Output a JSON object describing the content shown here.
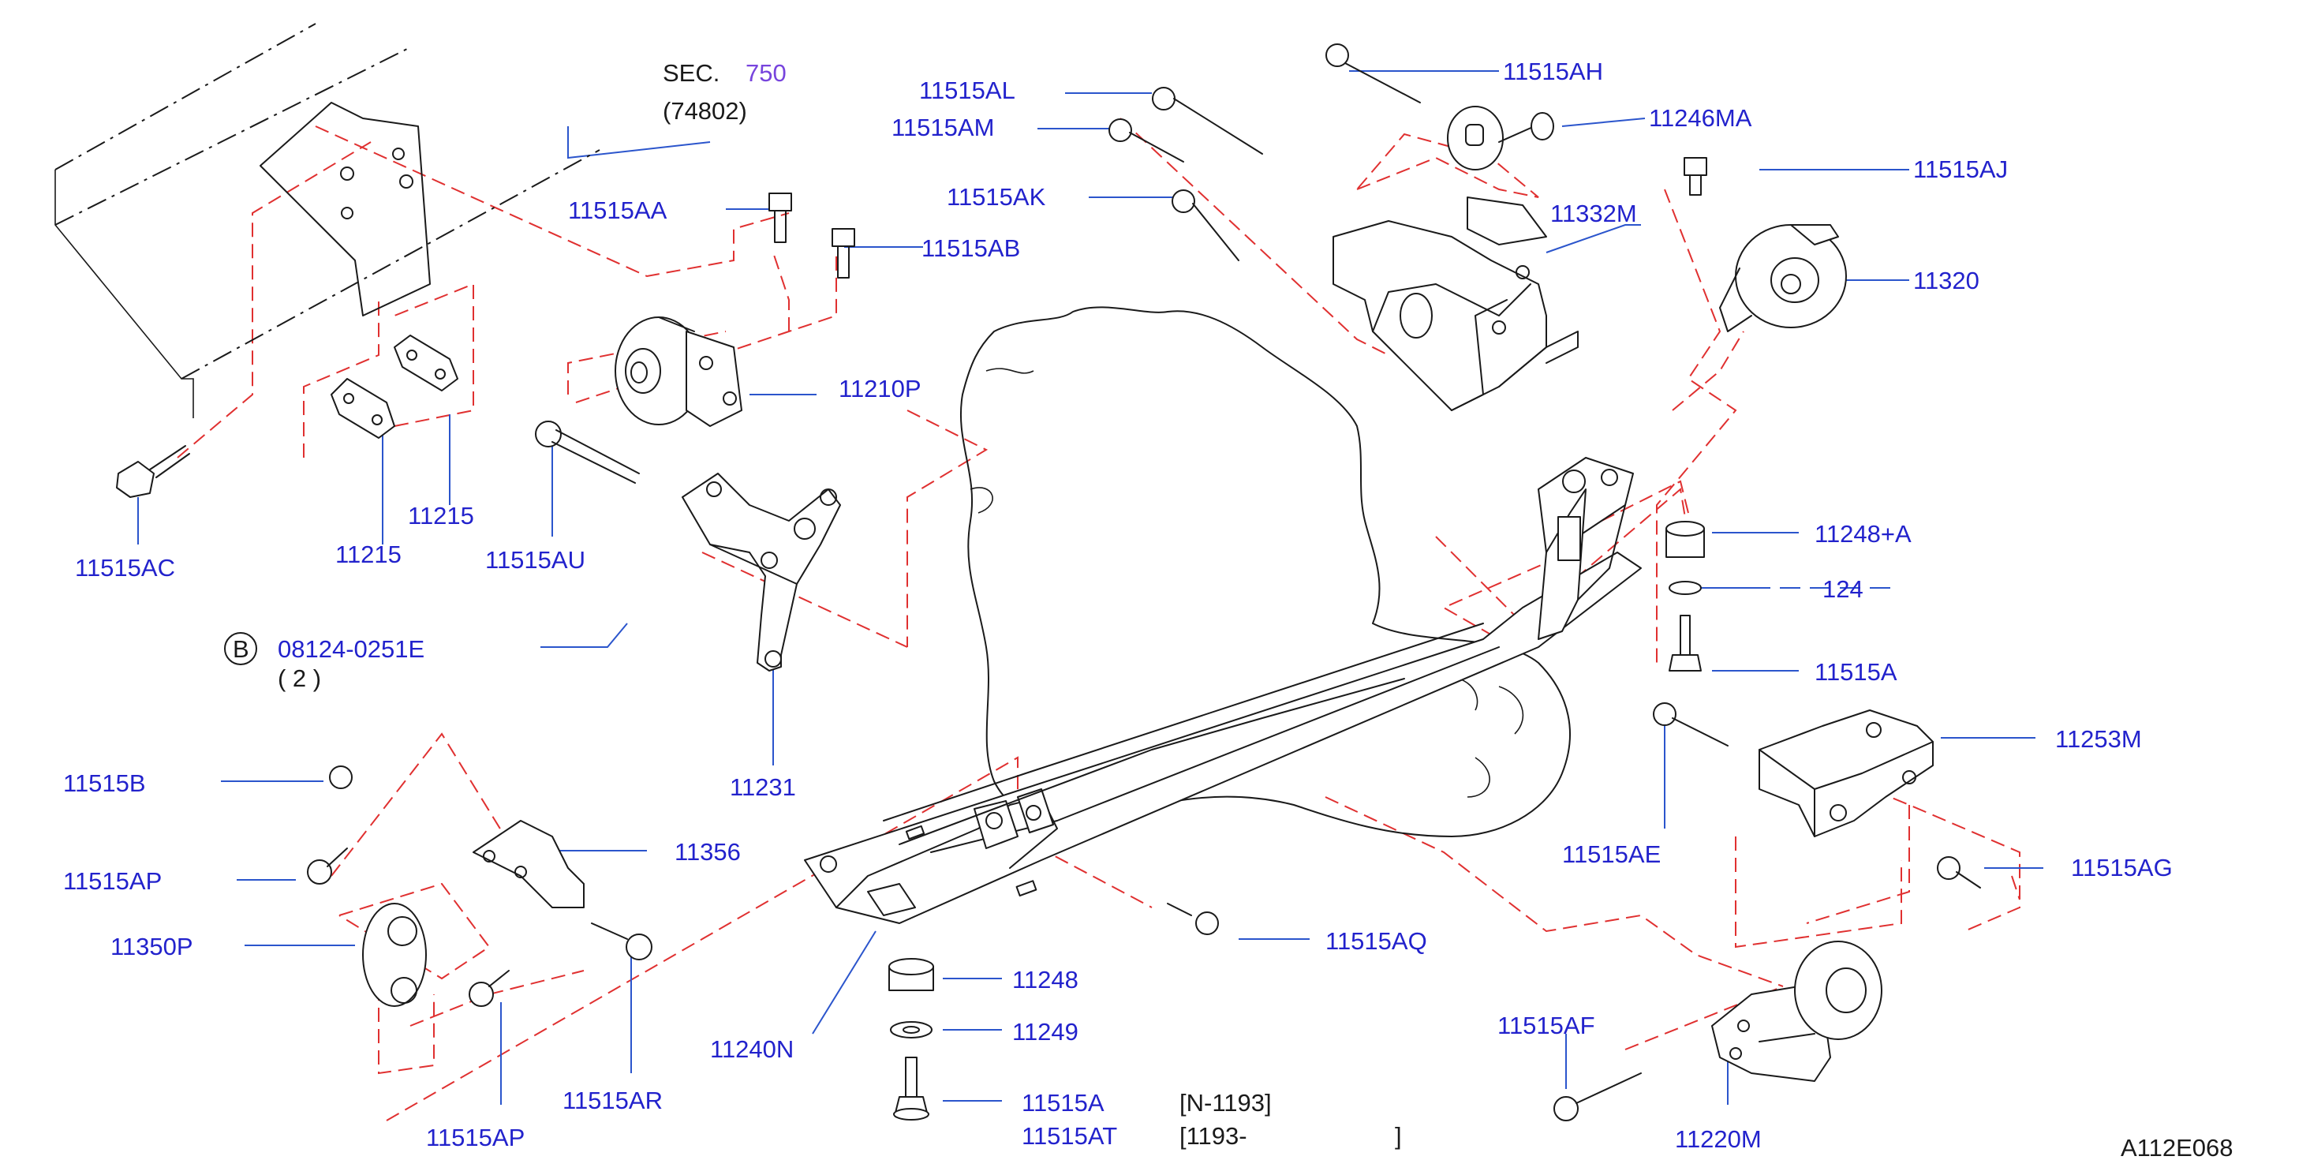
{
  "colors": {
    "label": "#2222cc",
    "section_link": "#7744dd",
    "leader": "#2b55cc",
    "phantom": "#e03030",
    "ink": "#1a1a1a",
    "background": "#ffffff"
  },
  "section_ref": {
    "prefix": "SEC.",
    "number": "750",
    "code": "(74802)"
  },
  "bolt_ref": {
    "badge": "B",
    "part": "08124-0251E",
    "qty": "( 2 )"
  },
  "labels": {
    "p11515AH": "11515AH",
    "p11246MA": "11246MA",
    "p11515AL": "11515AL",
    "p11515AM": "11515AM",
    "p11515AK": "11515AK",
    "p11332M": "11332M",
    "p11515AJ": "11515AJ",
    "p11320": "11320",
    "p11515AA": "11515AA",
    "p11515AB": "11515AB",
    "p11210P": "11210P",
    "p11515AC": "11515AC",
    "p11215a": "11215",
    "p11215b": "11215",
    "p11515AU": "11515AU",
    "p11231": "11231",
    "p11248A": "11248+A",
    "p124": "124",
    "p11515A_r": "11515A",
    "p11253M": "11253M",
    "p11515AE": "11515AE",
    "p11515AG": "11515AG",
    "p11515B": "11515B",
    "p11356": "11356",
    "p11515AP_a": "11515AP",
    "p11350P": "11350P",
    "p11515AR": "11515AR",
    "p11515AP_b": "11515AP",
    "p11515AQ": "11515AQ",
    "p11248": "11248",
    "p11249": "11249",
    "p11515A_b": "11515A",
    "p11515AT": "11515AT",
    "p11240N": "11240N",
    "p11515AF": "11515AF",
    "p11220M": "11220M"
  },
  "serial_notes": {
    "first": "[N-1193]",
    "second": "[1193-",
    "close": "]"
  },
  "figure_code": "A112E068"
}
